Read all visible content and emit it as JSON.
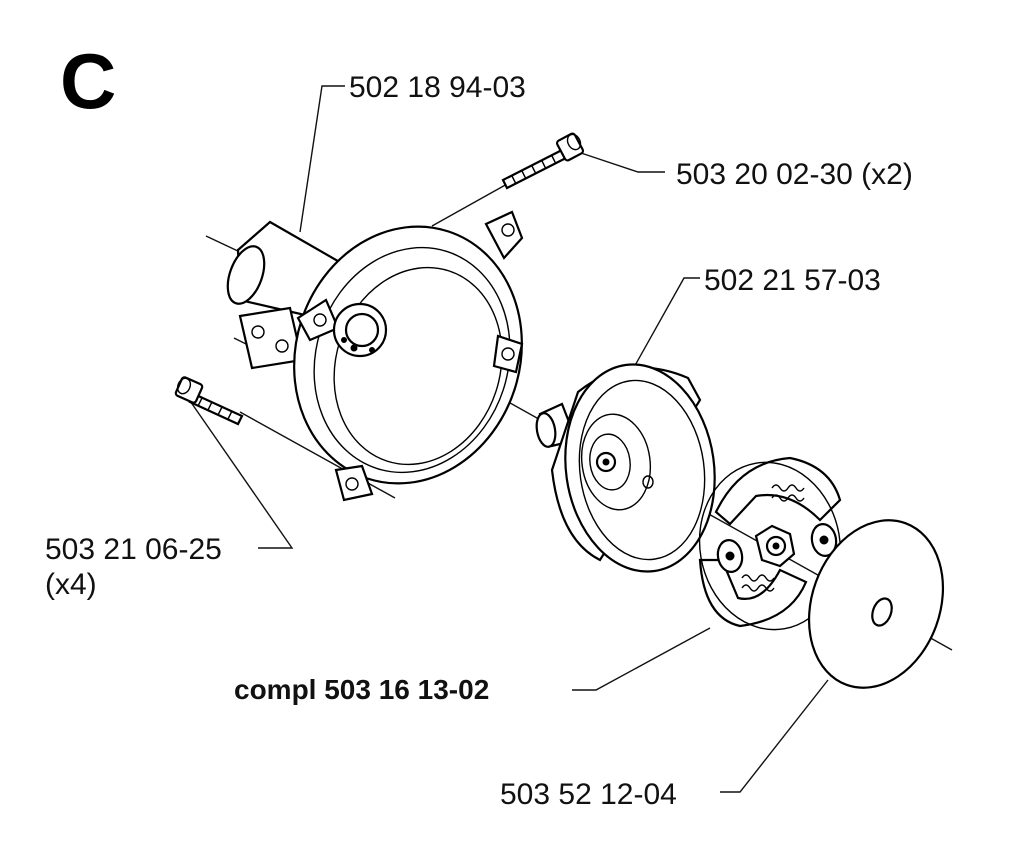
{
  "section_letter": "C",
  "parts": {
    "housing": "502 18 94-03",
    "screw_top": "503 20 02-30 (x2)",
    "drum": "502 21 57-03",
    "screw_left_line1": "503 21 06-25",
    "screw_left_line2": "(x4)",
    "clutch": "compl 503 16 13-02",
    "washer": "503 52 12-04"
  }
}
